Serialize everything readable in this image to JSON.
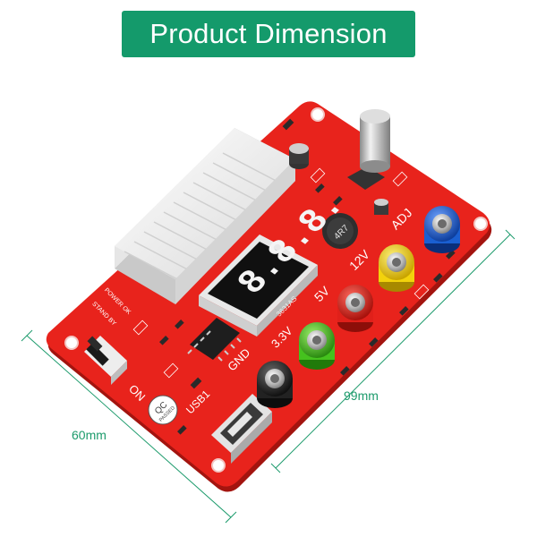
{
  "banner": {
    "title": "Product Dimension"
  },
  "dimensions": {
    "width_label": "99mm",
    "height_label": "60mm"
  },
  "colors": {
    "banner_bg": "#149a6b",
    "board": "#e8231c",
    "dimension_line": "#1d9b6c",
    "post_blue": "#1a5fd1",
    "post_yellow": "#f2d20c",
    "post_red": "#e0201a",
    "post_green": "#45c21e",
    "post_black": "#222222"
  },
  "board": {
    "terminals": [
      {
        "label": "ADJ",
        "color": "post_blue"
      },
      {
        "label": "12V",
        "color": "post_yellow"
      },
      {
        "label": "5V",
        "color": "post_red"
      },
      {
        "label": "3.3V",
        "color": "post_green"
      },
      {
        "label": "GND",
        "color": "post_black"
      }
    ],
    "display_digits": "8.8.8.",
    "display_part": "3631AS",
    "inductor_label": "4R7",
    "usb_label": "USB1",
    "qc_badge": {
      "top": "QC",
      "bottom": "PASSED"
    },
    "power_ok_label": "POWER OK",
    "standby_label": "STAND BY",
    "switch_on_label": "ON"
  }
}
